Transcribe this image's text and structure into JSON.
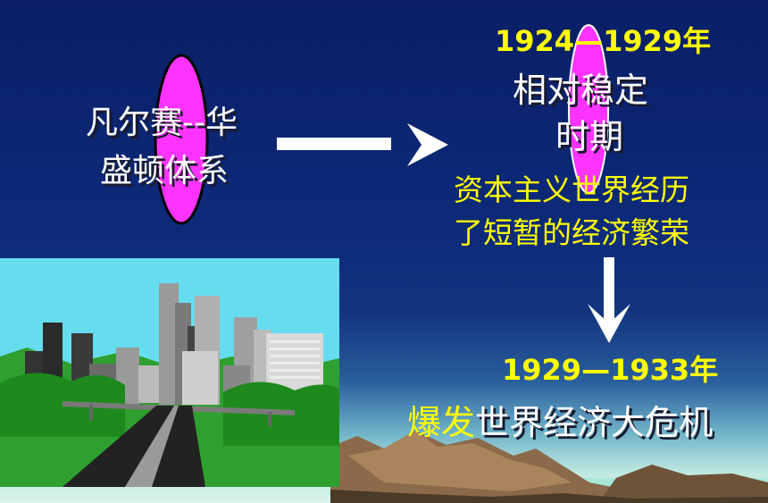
{
  "left_topic": {
    "line1": "凡尔赛--华",
    "line2": "盛顿体系"
  },
  "period1": {
    "years": "1924—1929年",
    "name_line1": "相对稳定",
    "name_line2": "时期",
    "desc_line1": "资本主义世界经历",
    "desc_line2": "了短暂的经济繁荣"
  },
  "period2": {
    "years": "1929—1933年",
    "event_prefix": "爆发",
    "event_rest": "世界经济大危机"
  },
  "colors": {
    "yellow": "#ffff00",
    "white": "#ffffff",
    "magenta": "#ff33ff",
    "bg": "#0d2a7a"
  }
}
